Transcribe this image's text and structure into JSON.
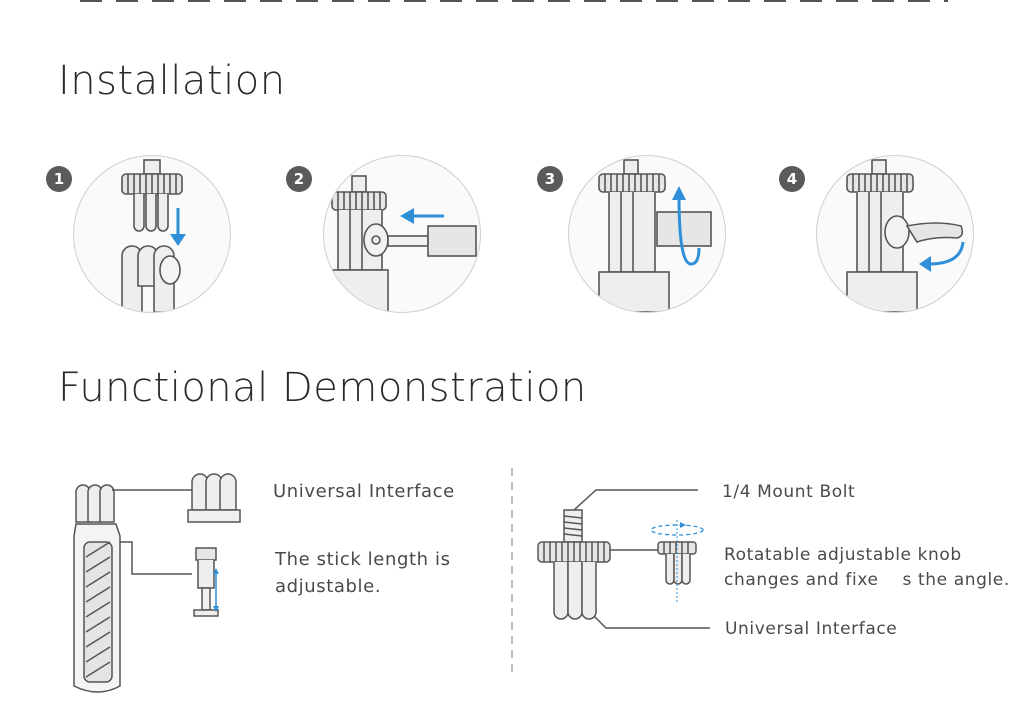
{
  "installation": {
    "title": "Installation",
    "steps": [
      {
        "number": "1",
        "arrow": "down-arrow"
      },
      {
        "number": "2",
        "arrow": "left-arrow"
      },
      {
        "number": "3",
        "arrow": "rotate-up-arrow"
      },
      {
        "number": "4",
        "arrow": "rotate-down-arrow"
      }
    ]
  },
  "functional": {
    "title": "Functional Demonstration",
    "left": {
      "universal_interface": "Universal Interface",
      "stick_length_line1": "The stick length is",
      "stick_length_line2": "adjustable."
    },
    "right": {
      "mount_bolt": "1/4 Mount Bolt",
      "knob_line1": "Rotatable adjustable knob",
      "knob_line2": "changes and fixe    s the angle.",
      "universal_interface": "Universal Interface"
    }
  },
  "colors": {
    "accent_blue": "#2f8fd8",
    "line_gray": "#555555",
    "badge_gray": "#5a5a5a"
  }
}
